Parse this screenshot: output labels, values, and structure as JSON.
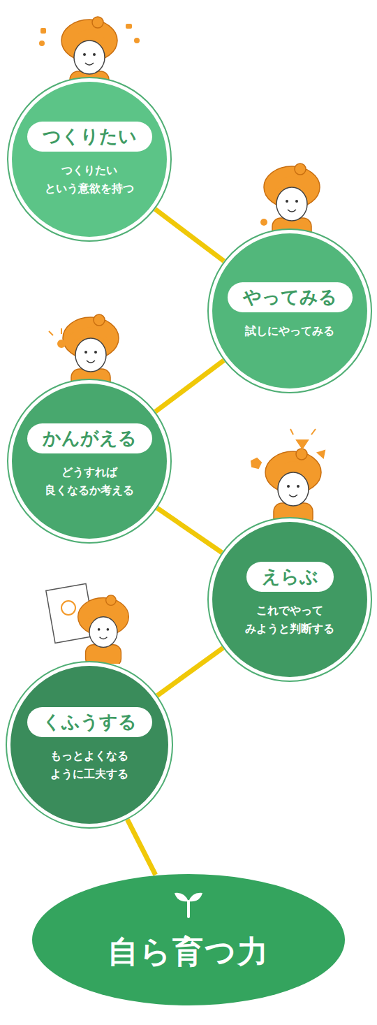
{
  "diagram": {
    "nodes": [
      {
        "text": [
          "つくりたい",
          "つくりたい という意欲を持つ"
        ]
      },
      {
        "text": [
          "やってみる",
          "試しにやってみる"
        ]
      },
      {
        "text": [
          "かんがえる",
          "どうすれば 良くなるか考える"
        ]
      },
      {
        "text": [
          "えらぶ",
          "これでやって みようと判断する"
        ]
      },
      {
        "text": [
          "くふうする",
          "もっとよくなる ように工夫する"
        ]
      },
      {
        "text": [
          "自ら育つ力"
        ]
      }
    ],
    "edges": [
      {
        "from": 0,
        "to": 1,
        "arrow": "none"
      },
      {
        "from": 1,
        "to": 2,
        "arrow": "none"
      },
      {
        "from": 2,
        "to": 3,
        "arrow": "none"
      },
      {
        "from": 3,
        "to": 4,
        "arrow": "none"
      },
      {
        "from": 4,
        "to": 5,
        "arrow": "none"
      }
    ]
  }
}
